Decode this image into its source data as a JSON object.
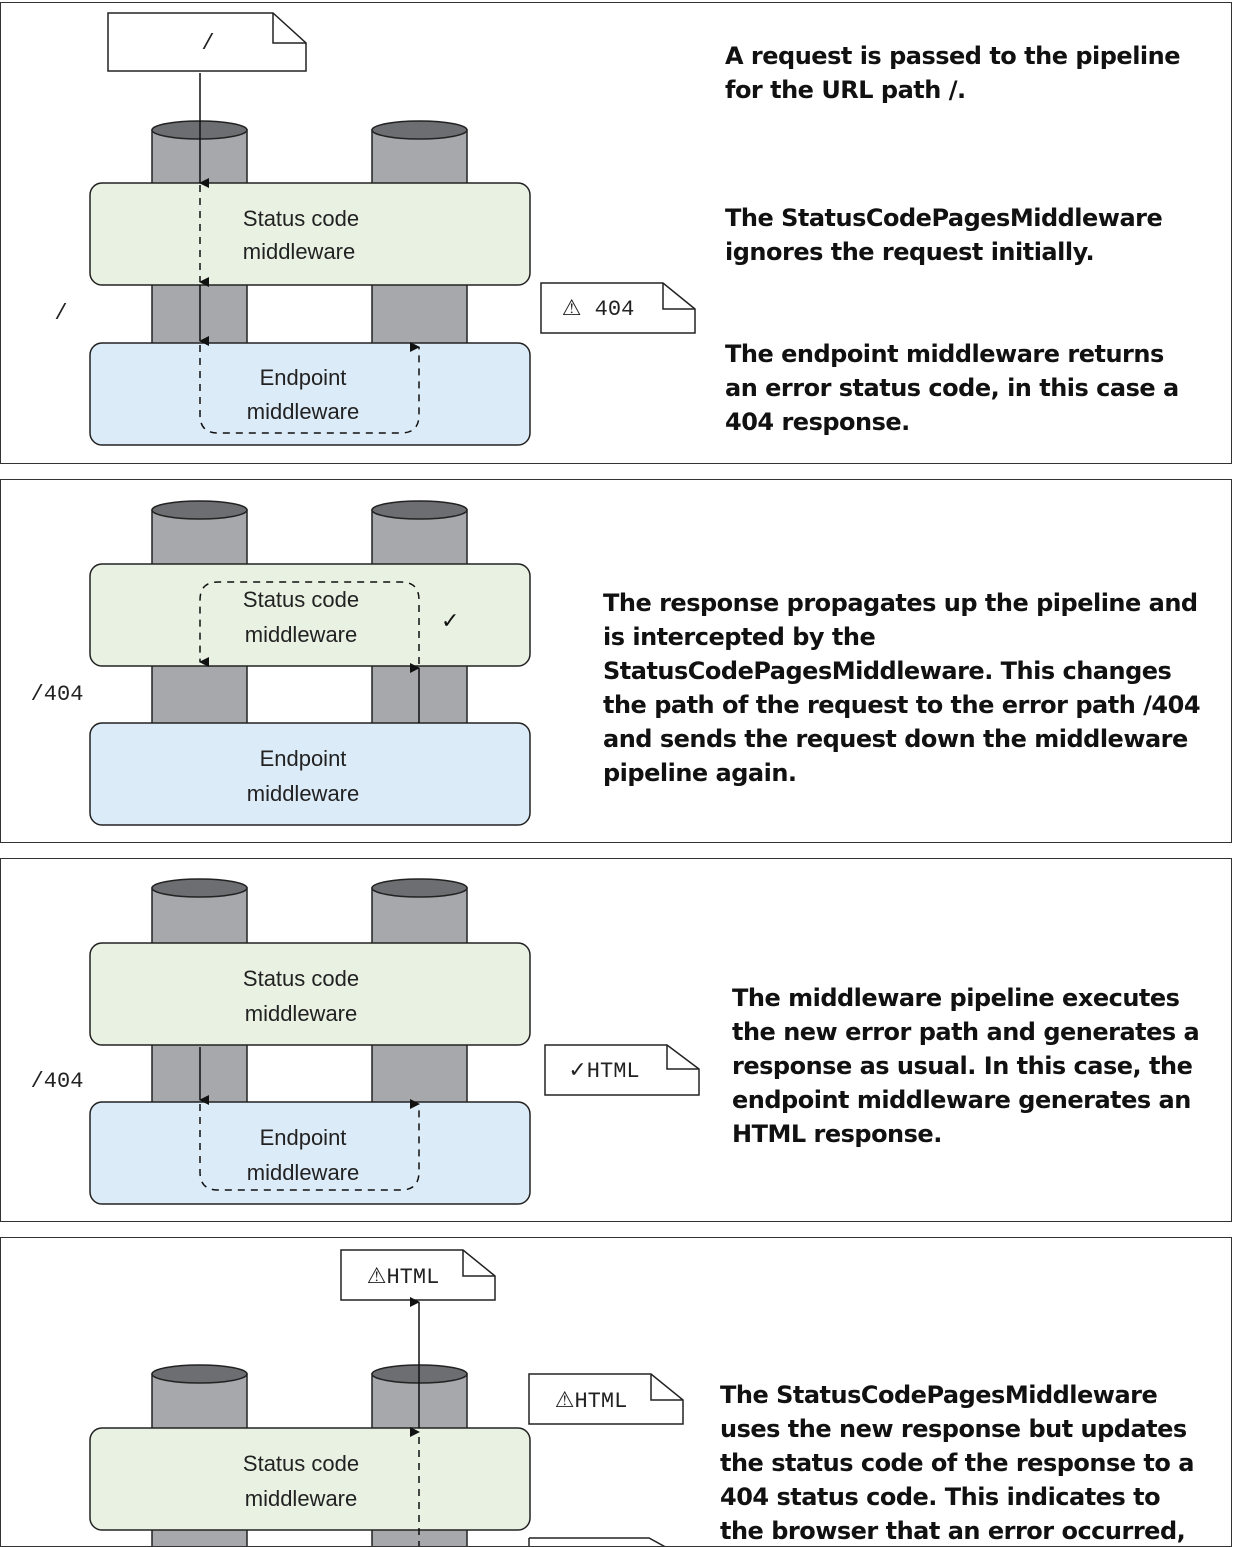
{
  "middleware": {
    "status_code": {
      "line1": "Status code",
      "line2": "middleware"
    },
    "endpoint": {
      "line1": "Endpoint",
      "line2": "middleware"
    }
  },
  "colors": {
    "status_box": "#e8f1e2",
    "endpoint_box": "#dcebf8",
    "pillar": "#a6a8ab",
    "pillar_top": "#6d6e71"
  },
  "panels": [
    {
      "request_doc": "/",
      "path_label": "/",
      "response_doc": "⚠ 404",
      "descriptions": [
        "A request is passed to the pipeline for the URL path /.",
        "The StatusCodePagesMiddleware ignores the request initially.",
        "The endpoint middleware returns an error status code, in this case a 404 response."
      ]
    },
    {
      "path_label": "/404",
      "check_mark": "✓",
      "descriptions": [
        "The response propagates up the pipeline and is intercepted by the StatusCodePagesMiddleware. This changes the path of the request to the error path /404 and sends the request down the middleware pipeline again."
      ]
    },
    {
      "path_label": "/404",
      "response_doc": "✓HTML",
      "descriptions": [
        "The middleware pipeline executes the new error path and generates a response as usual. In this case, the endpoint middleware generates an HTML response."
      ]
    },
    {
      "response_doc_top": "⚠HTML",
      "response_doc_side": "⚠HTML",
      "descriptions": [
        "The StatusCodePagesMiddleware uses the new response but updates the status code of the response to a 404 status code. This indicates to the browser that an error occurred, but"
      ]
    }
  ]
}
